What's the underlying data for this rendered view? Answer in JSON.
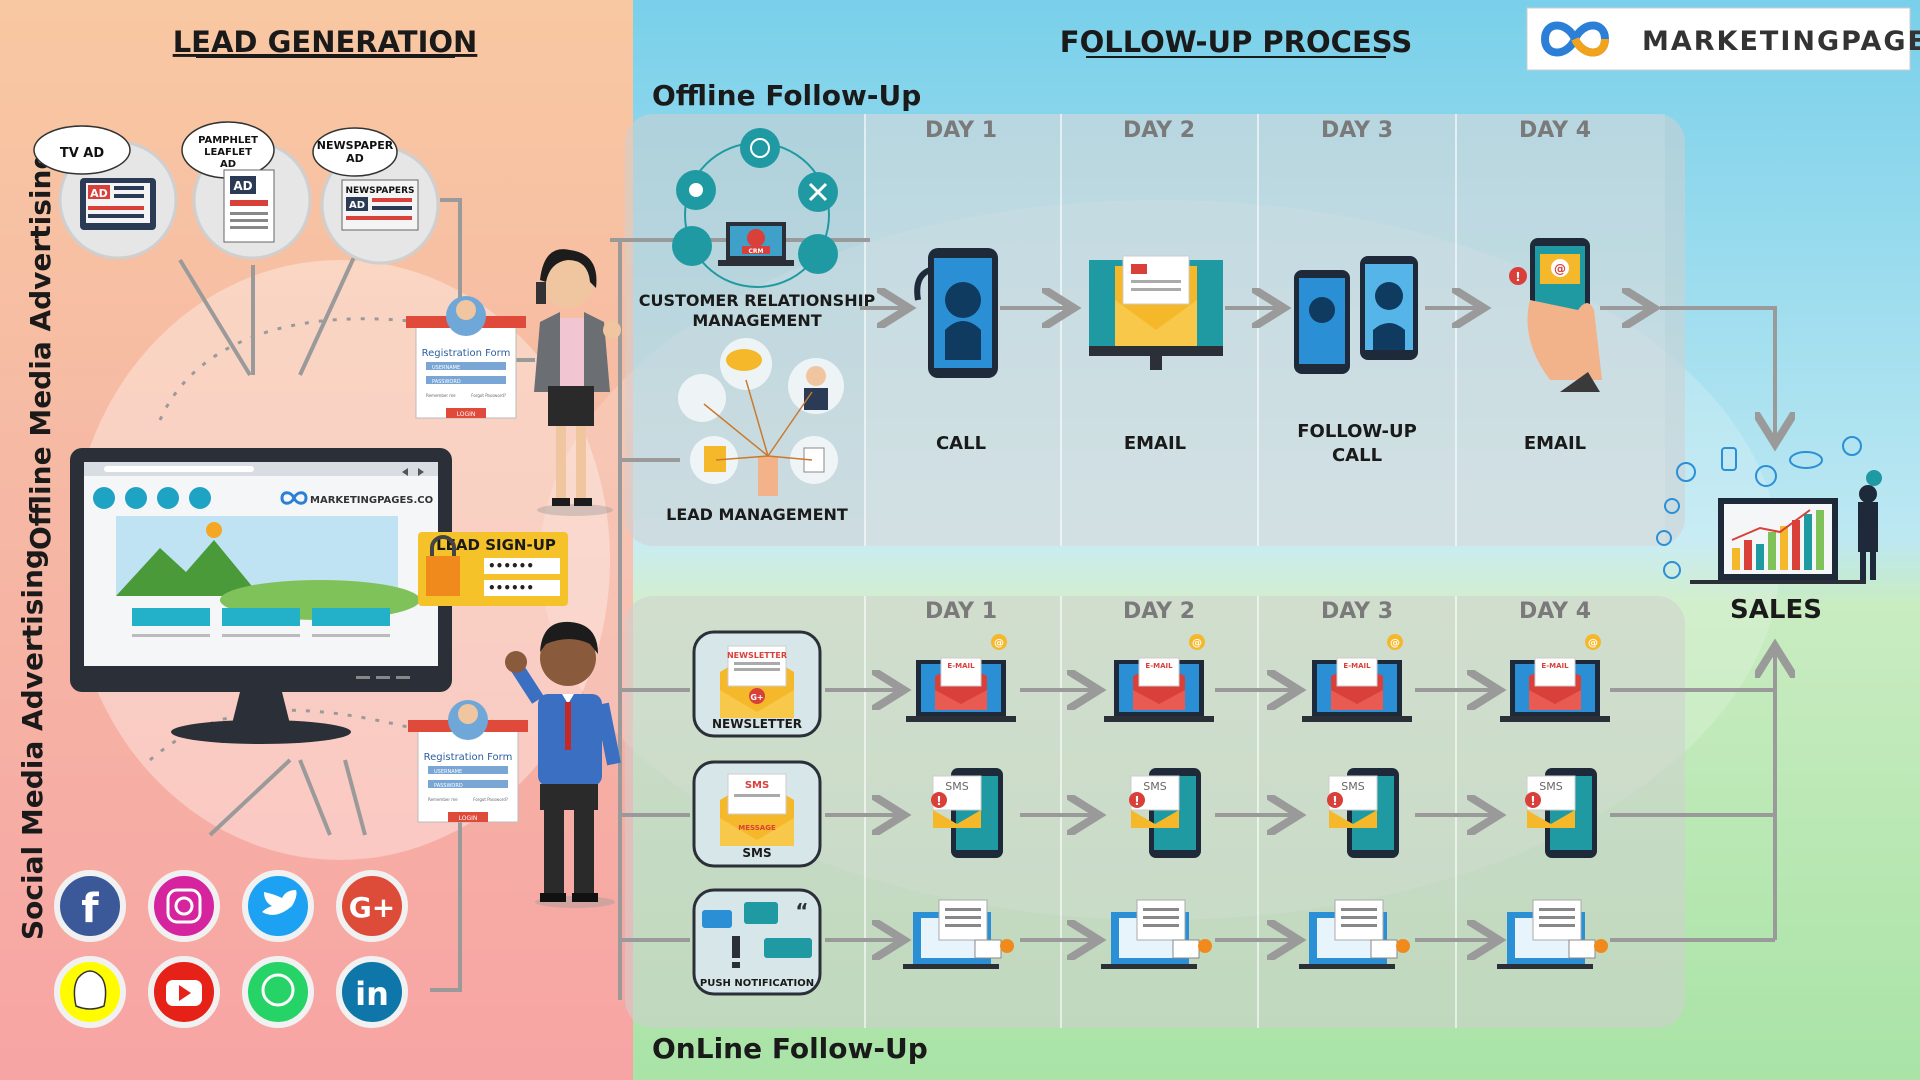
{
  "headings": {
    "lead_generation": "LEAD GENERATION",
    "follow_up_process": "FOLLOW-UP PROCESS",
    "offline_follow_up": "Offline Follow-Up",
    "online_follow_up": "OnLine Follow-Up",
    "offline_media": "Offline Media Advertising",
    "social_media": "Social Media Advertising"
  },
  "brand": {
    "name": "MARKETINGPAGES.CO",
    "site_label": "MARKETINGPAGES.CO"
  },
  "ads": {
    "tv": "TV AD",
    "pamphlet_1": "PAMPHLET",
    "pamphlet_2": "LEAFLET",
    "pamphlet_3": "AD",
    "newspaper_1": "NEWSPAPER",
    "newspaper_2": "AD",
    "ad_badge": "AD",
    "newspapers_header": "NEWSPAPERS"
  },
  "registration_form": {
    "title": "Registration Form",
    "username": "USERNAME",
    "password": "PASSWORD",
    "remember": "Remember me",
    "forgot": "Forgot Password?",
    "login": "LOGIN"
  },
  "lead_signup": {
    "title": "LEAD SIGN-UP",
    "masked": "••••••"
  },
  "crm": {
    "line1": "CUSTOMER RELATIONSHIP",
    "line2": "MANAGEMENT",
    "screen": "CRM"
  },
  "lead_management": "LEAD MANAGEMENT",
  "days": [
    "DAY 1",
    "DAY 2",
    "DAY 3",
    "DAY 4"
  ],
  "offline_steps": [
    {
      "line1": "CALL",
      "line2": ""
    },
    {
      "line1": "EMAIL",
      "line2": ""
    },
    {
      "line1": "FOLLOW-UP",
      "line2": "CALL"
    },
    {
      "line1": "EMAIL",
      "line2": ""
    }
  ],
  "online_channels": {
    "newsletter": "NEWSLETTER",
    "newsletter_tag": "NEWSLETTER",
    "sms": "SMS",
    "sms_tag": "SMS",
    "message_tag": "MESSAGE",
    "push": "PUSH NOTIFICATION"
  },
  "email_tag": "E-MAIL",
  "sms_tag": "SMS",
  "sales": "SALES",
  "social_icons": [
    "facebook-icon",
    "instagram-icon",
    "twitter-icon",
    "google-plus-icon",
    "snapchat-icon",
    "youtube-icon",
    "whatsapp-icon",
    "linkedin-icon"
  ],
  "colors": {
    "lead_bg_top": "#f9c7a4",
    "lead_bg_bottom": "#f7a8a4",
    "follow_bg_top": "#8fd6ea",
    "follow_bg_bottom": "#b7e6b2",
    "teal": "#1f9aa3",
    "email_red": "#d9403a",
    "envelope_yellow": "#f5b82a",
    "panel": "#c9c9c9"
  }
}
